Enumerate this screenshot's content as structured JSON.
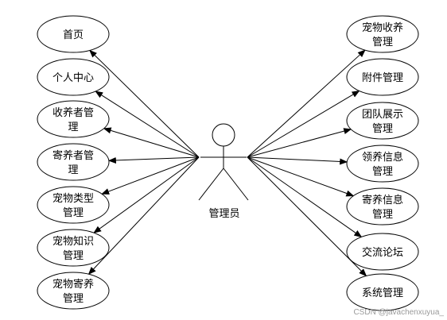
{
  "actor": {
    "label": "管理员"
  },
  "left_use_cases": [
    {
      "lines": [
        "首页"
      ]
    },
    {
      "lines": [
        "个人中心"
      ]
    },
    {
      "lines": [
        "收养者管",
        "理"
      ]
    },
    {
      "lines": [
        "寄养者管",
        "理"
      ]
    },
    {
      "lines": [
        "宠物类型",
        "管理"
      ]
    },
    {
      "lines": [
        "宠物知识",
        "管理"
      ]
    },
    {
      "lines": [
        "宠物寄养",
        "管理"
      ]
    }
  ],
  "right_use_cases": [
    {
      "lines": [
        "宠物收养",
        "管理"
      ]
    },
    {
      "lines": [
        "附件管理"
      ]
    },
    {
      "lines": [
        "团队展示",
        "管理"
      ]
    },
    {
      "lines": [
        "领养信息",
        "管理"
      ]
    },
    {
      "lines": [
        "寄养信息",
        "管理"
      ]
    },
    {
      "lines": [
        "交流论坛"
      ]
    },
    {
      "lines": [
        "系统管理"
      ]
    }
  ],
  "watermark": "CSDN @javachenxuyua_"
}
